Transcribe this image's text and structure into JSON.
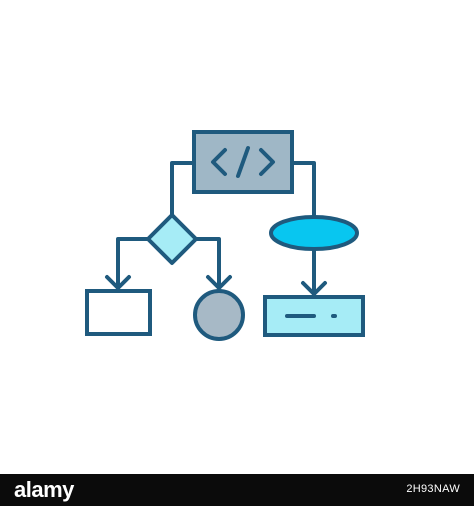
{
  "diagram": {
    "nodes": [
      {
        "id": "code-block",
        "shape": "rectangle",
        "icon": "code-brackets-icon",
        "glyph": "</>"
      },
      {
        "id": "decision",
        "shape": "diamond"
      },
      {
        "id": "ellipse",
        "shape": "ellipse"
      },
      {
        "id": "left-box",
        "shape": "rectangle"
      },
      {
        "id": "circle",
        "shape": "circle"
      },
      {
        "id": "right-box",
        "shape": "rectangle",
        "icon": "minus-and-dot-icon"
      }
    ],
    "edges": [
      {
        "from": "code-block",
        "to": "decision"
      },
      {
        "from": "code-block",
        "to": "ellipse"
      },
      {
        "from": "decision",
        "to": "left-box"
      },
      {
        "from": "decision",
        "to": "circle"
      },
      {
        "from": "ellipse",
        "to": "right-box"
      }
    ],
    "colors": {
      "stroke": "#1f5a7e",
      "code_fill": "#9fb7c6",
      "diamond_fill": "#a6ecf6",
      "ellipse_fill": "#08c6f0",
      "box_fill": "#ffffff",
      "circle_fill": "#a7b9c6",
      "right_box_fill": "#a6ecf6",
      "background": "#ffffff"
    }
  },
  "watermark": {
    "brand": "alamy",
    "image_id": "2H93NAW",
    "background": "#0b0b0b",
    "text_color": "#ffffff"
  }
}
